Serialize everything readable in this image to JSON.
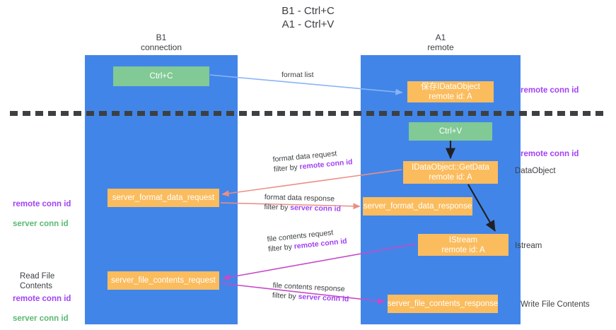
{
  "title": "B1 - Ctrl+C\nA1 - Ctrl+V",
  "lanes": [
    {
      "id": "b1",
      "title": "B1\nconnection",
      "color": "#4285e8"
    },
    {
      "id": "a1",
      "title": "A1\nremote",
      "color": "#4285e8"
    }
  ],
  "colors": {
    "lane": "#4285e8",
    "green_node": "#81c995",
    "orange_node": "#fbbc5e",
    "remote_conn_id": "#a142f4",
    "server_conn_id": "#5bb974",
    "text": "#3c4043",
    "arrow_blue": "#8ab4f8",
    "arrow_red": "#ea8f85",
    "arrow_magenta": "#c74ac7",
    "arrow_black": "#202124"
  },
  "nodes": {
    "ctrl_c": "Ctrl+C",
    "idataobject": "保存IDataObject\nremote id: A",
    "ctrl_v": "Ctrl+V",
    "getdata": "IDataObject::GetData\nremote id: A",
    "server_format_data_request": "server_format_data_request",
    "server_format_data_response": "server_format_data_response",
    "istream": "IStream\nremote id: A",
    "server_file_contents_request": "server_file_contents_request",
    "server_file_contents_response": "server_file_contents_response"
  },
  "edge_labels": {
    "format_list": "format list",
    "format_data_request": "format data request",
    "format_data_request_filter_prefix": "filter by ",
    "format_data_request_filter_key": "remote conn id",
    "format_data_response": "format data response",
    "format_data_response_filter_prefix": "filter by ",
    "format_data_response_filter_key": "server conn id",
    "file_contents_request": "file contents request",
    "file_contents_request_filter_prefix": "filter by ",
    "file_contents_request_filter_key": "remote conn id",
    "file_contents_response": "file contents response",
    "file_contents_response_filter_prefix": "filter by ",
    "file_contents_response_filter_key": "server conn id"
  },
  "annotations": {
    "right_remote_conn_id_top": "remote conn id",
    "right_remote_conn_id_mid": "remote conn id",
    "right_dataobject": "DataObject",
    "right_istream": "Istream",
    "right_write_file_contents": "Write File Contents",
    "left_remote_conn_id": "remote conn id",
    "left_server_conn_id": "server conn id",
    "left_read_file_contents": "Read File Contents",
    "left_remote_conn_id_2": "remote conn id",
    "left_server_conn_id_2": "server conn id"
  }
}
